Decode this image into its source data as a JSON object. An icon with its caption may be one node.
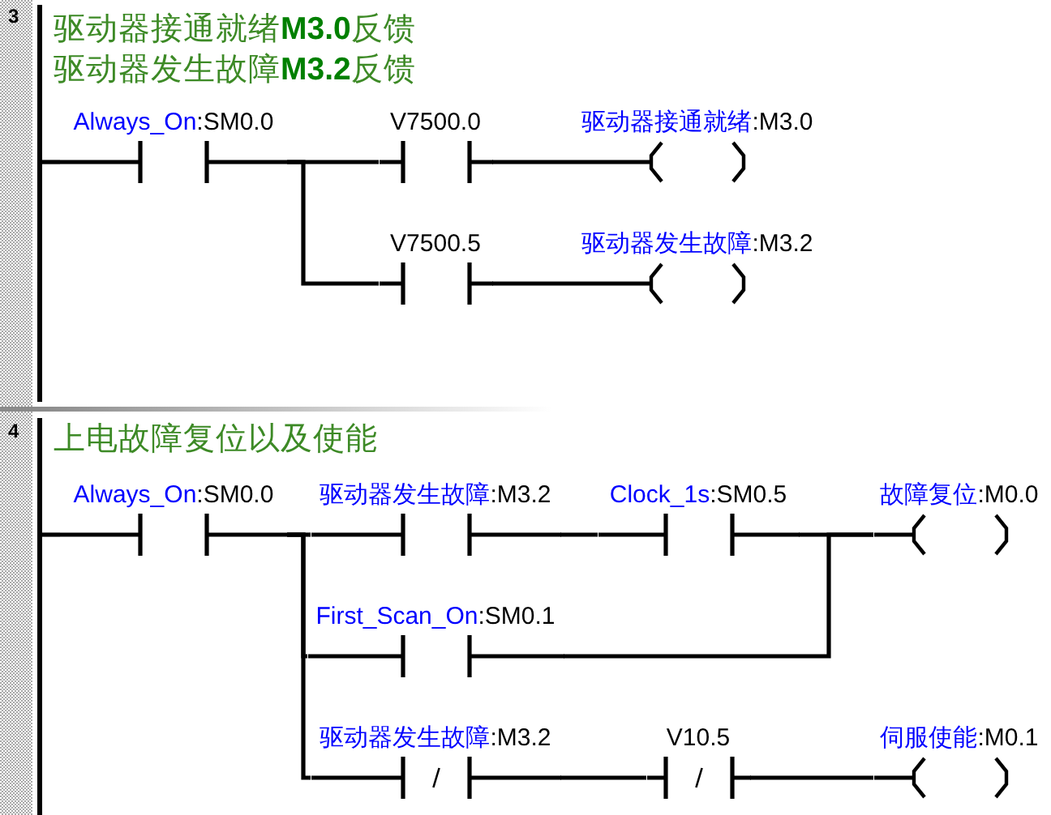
{
  "diagram": {
    "nodes": [
      {
        "text": [],
        "shape": "bar"
      },
      {
        "text": [
          "Always_On",
          ":SM0.0"
        ]
      },
      {
        "text": [
          "V7500.0"
        ]
      },
      {
        "text": [
          "驱动器接通就绪",
          ":M3.0"
        ]
      },
      {
        "text": [
          "V7500.5"
        ]
      },
      {
        "text": [
          "驱动器发生故障",
          ":M3.2"
        ]
      },
      {
        "text": [],
        "shape": "bar"
      },
      {
        "text": [
          "Always_On",
          ":SM0.0"
        ]
      },
      {
        "text": [
          "驱动器发生故障",
          ":M3.2"
        ]
      },
      {
        "text": [
          "Clock_1s",
          ":SM0.5"
        ]
      },
      {
        "text": [
          "故障复位",
          ":M0.0"
        ]
      },
      {
        "text": [
          "First_Scan_On",
          ":SM0.1"
        ]
      },
      {
        "text": [
          "驱动器发生故障",
          ":M3.2"
        ]
      },
      {
        "text": [
          "V10.5"
        ]
      },
      {
        "text": [
          "伺服使能",
          ":M0.1"
        ]
      }
    ],
    "edges": [
      {
        "from": 0,
        "to": 1,
        "arrow": "none"
      },
      {
        "from": 1,
        "to": 2,
        "arrow": "none"
      },
      {
        "from": 1,
        "to": 4,
        "arrow": "none"
      },
      {
        "from": 2,
        "to": 3,
        "arrow": "none"
      },
      {
        "from": 4,
        "to": 5,
        "arrow": "none"
      },
      {
        "from": 6,
        "to": 7,
        "arrow": "none"
      },
      {
        "from": 7,
        "to": 8,
        "arrow": "none"
      },
      {
        "from": 7,
        "to": 11,
        "arrow": "none"
      },
      {
        "from": 7,
        "to": 12,
        "arrow": "none"
      },
      {
        "from": 8,
        "to": 9,
        "arrow": "none"
      },
      {
        "from": 9,
        "to": 10,
        "arrow": "none"
      },
      {
        "from": 11,
        "to": 10,
        "arrow": "none"
      },
      {
        "from": 12,
        "to": 13,
        "arrow": "none"
      },
      {
        "from": 13,
        "to": 14,
        "arrow": "none"
      }
    ],
    "labels": [
      "3",
      "驱动器接通就绪**M3.0**反馈",
      "驱动器发生故障**M3.2**反馈",
      "4",
      "上电故障复位以及使能"
    ]
  }
}
